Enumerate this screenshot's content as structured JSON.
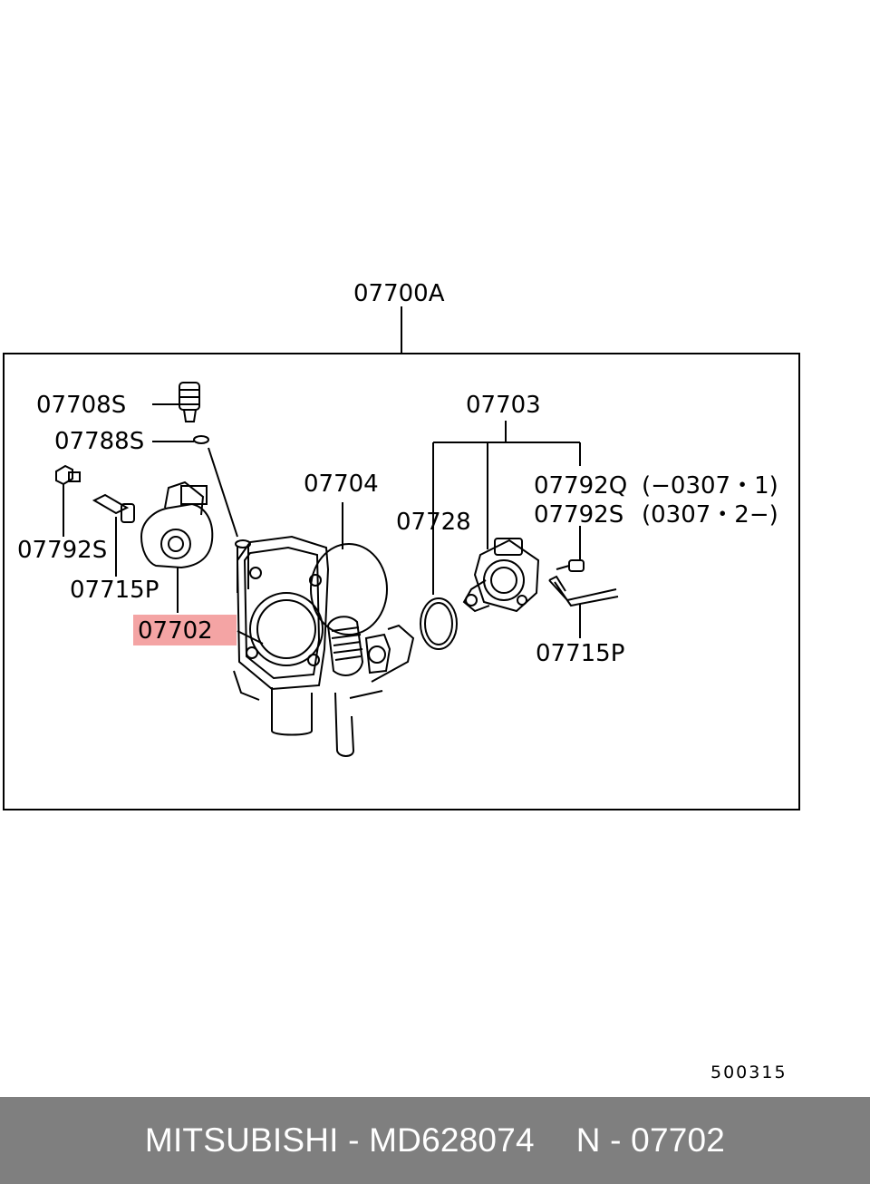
{
  "diagram": {
    "labels": {
      "assembly": "07700A",
      "part_07708S": "07708S",
      "part_07788S": "07788S",
      "part_07792S_left": "07792S",
      "part_07715P_left": "07715P",
      "part_07702": "07702",
      "part_07704": "07704",
      "part_07703": "07703",
      "part_07728": "07728",
      "part_07792Q": "07792Q",
      "part_07792Q_note": "(−0307・1)",
      "part_07792S_right": "07792S",
      "part_07792S_right_note": "(0307・2−)",
      "part_07715P_right": "07715P"
    },
    "drawing_code": "500315",
    "highlight_color": "#f4a4a4"
  },
  "footer": {
    "brand": "MITSUBISHI",
    "separator1": " - ",
    "part_number": "MD628074",
    "position": "N",
    "separator2": " - ",
    "position_code": "07702",
    "background_color": "#7f7f7f"
  }
}
